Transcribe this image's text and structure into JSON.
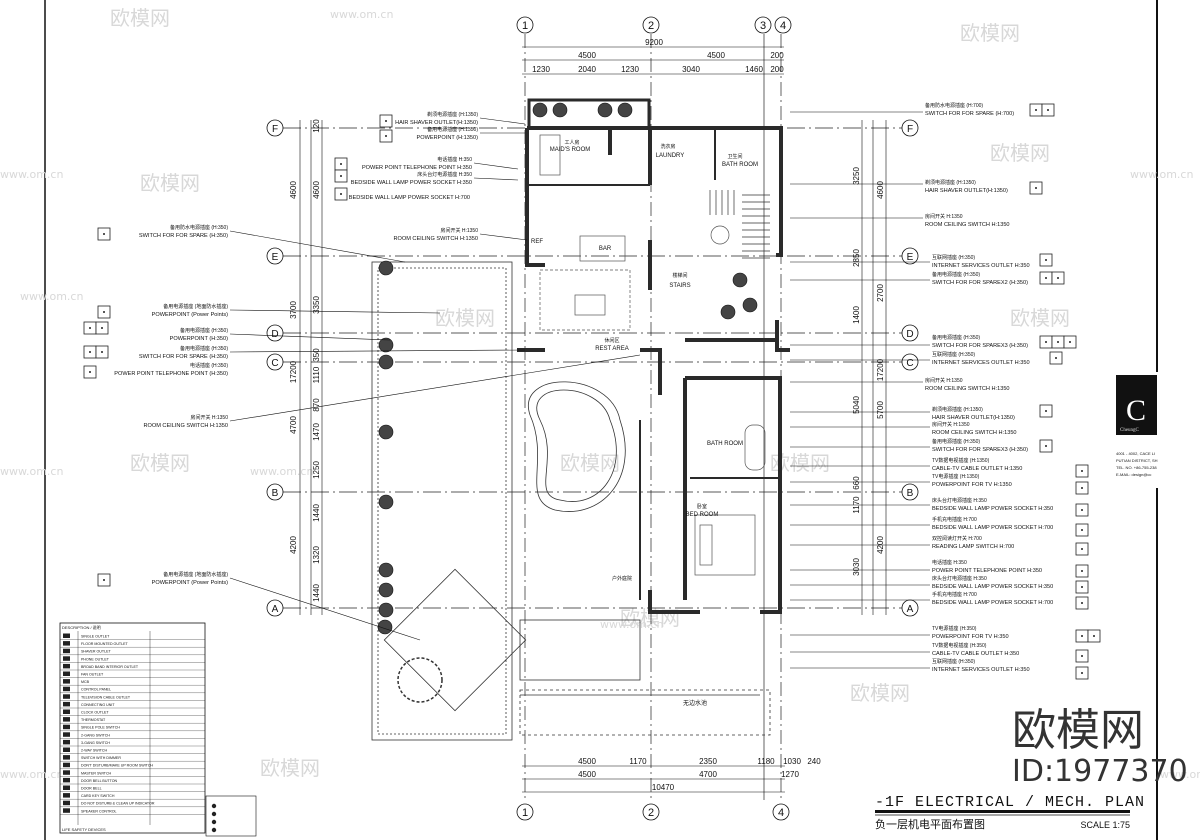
{
  "grid": {
    "columns": [
      "1",
      "2",
      "3",
      "4"
    ],
    "rows": [
      "F",
      "E",
      "D",
      "C",
      "B",
      "A"
    ]
  },
  "dimensions": {
    "top": {
      "total": "9200",
      "mid": [
        "4500",
        "4500",
        "200"
      ],
      "detail": [
        "1230",
        "2040",
        "1230",
        "3040",
        "1460",
        "200"
      ]
    },
    "bottom": {
      "detail": [
        "4500",
        "1170",
        "2350",
        "1180",
        "1030",
        "240"
      ],
      "mid": [
        "4500",
        "4700",
        "1270"
      ],
      "total": "10470"
    },
    "left_outer": [
      "4600",
      "3700",
      "17200",
      "4700",
      "4200"
    ],
    "left_inner": [
      "120",
      "4600",
      "3350",
      "350",
      "1110",
      "870",
      "1470",
      "1250",
      "1440",
      "1320",
      "1440"
    ],
    "right_inner": [
      "3250",
      "2850",
      "1400",
      "5040",
      "660",
      "1170",
      "3030"
    ],
    "right_outer": [
      "4600",
      "2700",
      "17200",
      "5700",
      "4200"
    ]
  },
  "rooms": {
    "maids_room": "MAID'S ROOM",
    "laundry": "LAUNDRY",
    "bath_room_1": "BATH ROOM",
    "ref": "REF",
    "bar": "BAR",
    "stairs": "STAIRS",
    "rest_area": "REST AREA",
    "bath_room_2": "BATH ROOM",
    "bed_room": "BED ROOM",
    "maids_room_cn": "工人房",
    "laundry_cn": "洗衣房",
    "bath_cn": "卫生间",
    "stairs_cn": "楼梯间",
    "rest_cn": "休闲区",
    "outdoor_cn": "户外庭院",
    "pool_cn": "无边水池",
    "bed_cn": "卧室"
  },
  "callouts_left": [
    {
      "cn": "剃须电源插座 (H:1350)",
      "en": "HAIR SHAVER OUTLET(H:1350)"
    },
    {
      "cn": "备用电源插座 (H:1350)",
      "en": "POWERPOINT (H:1350)"
    },
    {
      "cn": "电话插座 H:350",
      "en": "POWER POINT TELEPHONE POINT H:350"
    },
    {
      "cn": "床头台灯电源插座 H:350",
      "en": "BEDSIDE WALL LAMP POWER SOCKET H:350"
    },
    {
      "cn": "",
      "en": "BEDSIDE WALL LAMP POWER SOCKET H:700"
    },
    {
      "cn": "房间开关 H:1350",
      "en": "ROOM CEILING SWITCH H:1350"
    },
    {
      "cn": "备用防水电源插座 (H:350)",
      "en": "SWITCH FOR FOR SPARE (H:350)"
    },
    {
      "cn": "备用电源插座 (地面防水插座)",
      "en": "POWERPOINT (Power Points)"
    },
    {
      "cn": "备用电源插座 (H:350)",
      "en": "POWERPOINT (H:350)"
    },
    {
      "cn": "备用电源插座 (H:350)",
      "en": "SWITCH FOR FOR SPARE (H:350)"
    },
    {
      "cn": "电话插座 (H:350)",
      "en": "POWER POINT TELEPHONE POINT (H:350)"
    },
    {
      "cn": "房间开关 H:1350",
      "en": "ROOM CEILING SWITCH H:1350"
    },
    {
      "cn": "备用电源插座 (地面防水插座)",
      "en": "POWERPOINT (Power Points)"
    }
  ],
  "callouts_right": [
    {
      "cn": "备用防水电源插座 (H:700)",
      "en": "SWITCH FOR FOR SPARE (H:700)"
    },
    {
      "cn": "剃须电源插座 (H:1350)",
      "en": "HAIR SHAVER OUTLET(H:1350)"
    },
    {
      "cn": "房间开关 H:1350",
      "en": "ROOM CEILING SWITCH H:1350"
    },
    {
      "cn": "互联网插座 (H:350)",
      "en": "INTERNET SERVICES OUTLET H:350"
    },
    {
      "cn": "备用电源插座 (H:350)",
      "en": "SWITCH FOR FOR SPAREX2 (H:350)"
    },
    {
      "cn": "备用电源插座 (H:350)",
      "en": "SWITCH FOR FOR SPAREX3 (H:350)"
    },
    {
      "cn": "互联网插座 (H:350)",
      "en": "INTERNET SERVICES OUTLET H:350"
    },
    {
      "cn": "房间开关 H:1350",
      "en": "ROOM CEILING SWITCH H:1350"
    },
    {
      "cn": "剃须电源插座 (H:1350)",
      "en": "HAIR SHAVER OUTLET(H:1350)"
    },
    {
      "cn": "房间开关 H:1350",
      "en": "ROOM CEILING SWITCH H:1350"
    },
    {
      "cn": "备用电源插座 (H:350)",
      "en": "SWITCH FOR FOR SPAREX3 (H:350)"
    },
    {
      "cn": "TV数据电视插座 (H:1350)",
      "en": "CABLE-TV CABLE OUTLET H:1350"
    },
    {
      "cn": "TV电源插座 (H:1350)",
      "en": "POWERPOINT FOR TV H:1350"
    },
    {
      "cn": "床头台灯电源插座 H:350",
      "en": "BEDSIDE WALL LAMP POWER SOCKET H:350"
    },
    {
      "cn": "手机充电插座 H:700",
      "en": "BEDSIDE WALL LAMP POWER SOCKET H:700"
    },
    {
      "cn": "双控阅读灯开关 H:700",
      "en": "READING LAMP SWITCH H:700"
    },
    {
      "cn": "电话插座 H:350",
      "en": "POWER POINT TELEPHONE POINT H:350"
    },
    {
      "cn": "床头台灯电源插座 H:350",
      "en": "BEDSIDE WALL LAMP POWER SOCKET H:350"
    },
    {
      "cn": "手机充电插座 H:700",
      "en": "BEDSIDE WALL LAMP POWER SOCKET H:700"
    },
    {
      "cn": "TV电源插座 (H:350)",
      "en": "POWERPOINT FOR TV H:350"
    },
    {
      "cn": "TV数据电视插座 (H:350)",
      "en": "CABLE-TV CABLE OUTLET H:350"
    },
    {
      "cn": "互联网插座 (H:350)",
      "en": "INTERNET SERVICES OUTLET H:350"
    }
  ],
  "legend": {
    "header": "DESCRIPTION / 说明",
    "items": [
      "SINGLE OUTLET",
      "FLOOR MOUNTED OUTLET",
      "SHAVER OUTLET",
      "PHONE OUTLET",
      "BROAD BAND INTERIOR OUTLET",
      "FAN OUTLET",
      "MCB",
      "CONTROL PANEL",
      "TELEVISION CABLE OUTLET",
      "CONNECTING UNIT",
      "CLOCK OUTLET",
      "THERMOSTAT",
      "SINGLE POLE SWITCH",
      "2-GANG SWITCH",
      "3-GANG SWITCH",
      "2-WAY SWITCH",
      "SWITCH WITH DIMMER",
      "DON'T DISTURB/MAKE UP ROOM SWITCH",
      "MASTER SWITCH",
      "DOOR BELL BUTTON",
      "DOOR BELL",
      "CARD KEY SWITCH",
      "DO NOT DISTURB & CLEAN UP INDICATOR",
      "SPEAKER CONTROL"
    ],
    "footer": "LIFE SAFETY DEVICES"
  },
  "title_block": {
    "title": "-1F ELECTRICAL / MECH. PLAN",
    "subtitle": "负一层机电平面布置图",
    "scale": "SCALE 1:75"
  },
  "logo": {
    "letter": "C",
    "name": "CheungC",
    "address": [
      "4001 - 4002, CACE LI",
      "PUTIAN DISTRICT, SH",
      "TEL. NO. +86-755-238",
      "E-MAIL: design@cc"
    ]
  },
  "watermark": {
    "brand": "欧模网",
    "site": "www.om.cn",
    "id": "ID:1977370"
  },
  "colors": {
    "line": "#111111",
    "wall": "#2a2a2a",
    "watermark": "#d8d8d8",
    "logo_bg": "#111111"
  }
}
